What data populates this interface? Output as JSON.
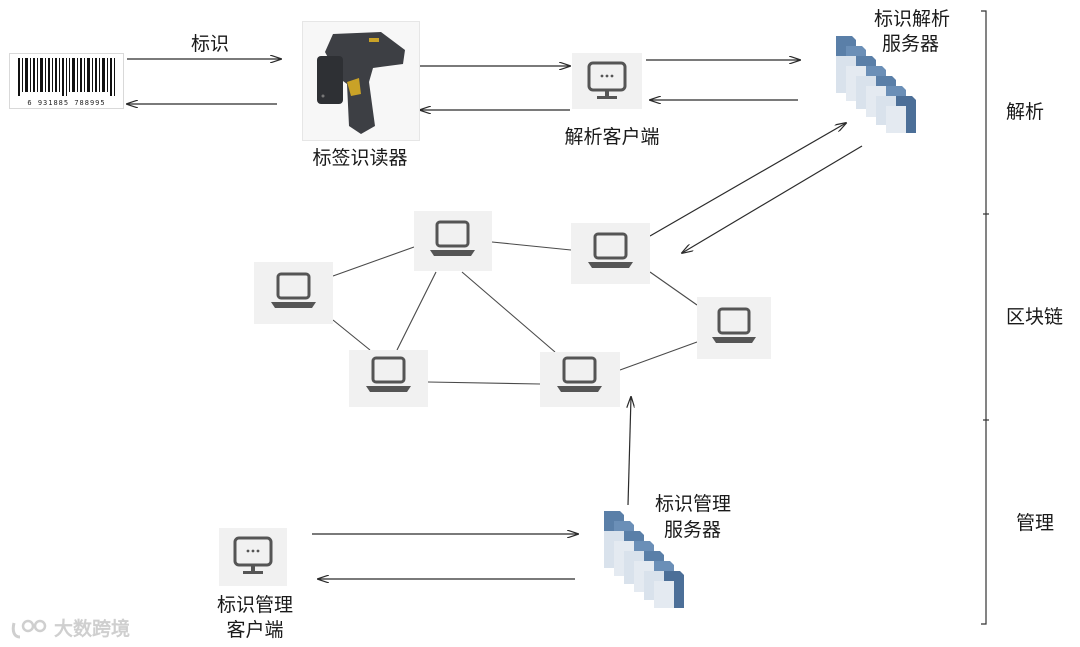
{
  "diagram": {
    "barcode_digits": "6 931885 788995",
    "arrow_label_identifier": "标识",
    "reader_label": "标签识读器",
    "resolve_client_label": "解析客户端",
    "resolve_server_label": [
      "标识解析",
      "服务器"
    ],
    "manage_server_label": [
      "标识管理",
      "服务器"
    ],
    "manage_client_label": [
      "标识管理",
      "客户端"
    ],
    "layers": [
      "解析",
      "区块链",
      "管理"
    ],
    "watermark": "大数跨境"
  },
  "colors": {
    "arrow": "#2b2b2b",
    "link": "#4a4a4a",
    "device_panel": "#f1f1f1",
    "device_icon": "#555555",
    "server_blue": "#5a7fa8",
    "reader_body": "#3d3f44",
    "reader_accent": "#c9a227"
  }
}
